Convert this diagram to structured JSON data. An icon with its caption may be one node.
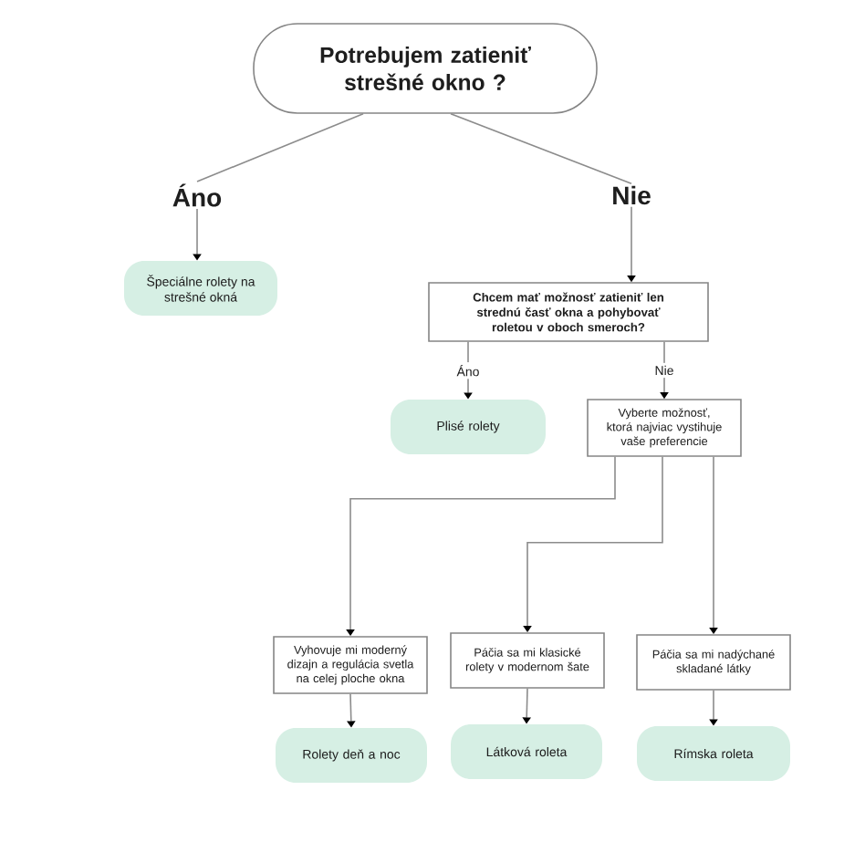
{
  "diagram": {
    "nodes": [
      {
        "text": [
          "Potrebujem zatieniť strešné okno ?"
        ]
      },
      {
        "text": [
          "Áno"
        ]
      },
      {
        "text": [
          "Nie"
        ]
      },
      {
        "text": [
          "Špeciálne rolety na strešné okná"
        ]
      },
      {
        "text": [
          "Chcem mať možnosť zatieniť len strednú časť okna a pohybovať roletou v oboch smeroch?"
        ]
      },
      {
        "text": [
          "Plisé rolety"
        ]
      },
      {
        "text": [
          "Vyberte možnosť, ktorá najviac vystihuje vaše preferencie"
        ]
      },
      {
        "text": [
          "Vyhovuje mi moderný dizajn a regulácia svetla na celej ploche okna"
        ]
      },
      {
        "text": [
          "Páčia sa mi klasické rolety v modernom šate"
        ]
      },
      {
        "text": [
          "Páčia sa mi nadýchané skladané látky"
        ]
      },
      {
        "text": [
          "Rolety deň a noc"
        ]
      },
      {
        "text": [
          "Látková roleta"
        ]
      },
      {
        "text": [
          "Rímska roleta"
        ]
      }
    ],
    "edges": [
      {
        "from": 0,
        "to": 1,
        "arrow": "none"
      },
      {
        "from": 0,
        "to": 2,
        "arrow": "none"
      },
      {
        "from": 1,
        "to": 3,
        "arrow": "to"
      },
      {
        "from": 2,
        "to": 4,
        "arrow": "to"
      },
      {
        "from": 4,
        "to": 5,
        "arrow": "to",
        "label": "Áno"
      },
      {
        "from": 4,
        "to": 6,
        "arrow": "to",
        "label": "Nie"
      },
      {
        "from": 6,
        "to": 7,
        "arrow": "to"
      },
      {
        "from": 6,
        "to": 8,
        "arrow": "to"
      },
      {
        "from": 6,
        "to": 9,
        "arrow": "to"
      },
      {
        "from": 7,
        "to": 10,
        "arrow": "to"
      },
      {
        "from": 8,
        "to": 11,
        "arrow": "to"
      },
      {
        "from": 9,
        "to": 12,
        "arrow": "to"
      }
    ]
  }
}
